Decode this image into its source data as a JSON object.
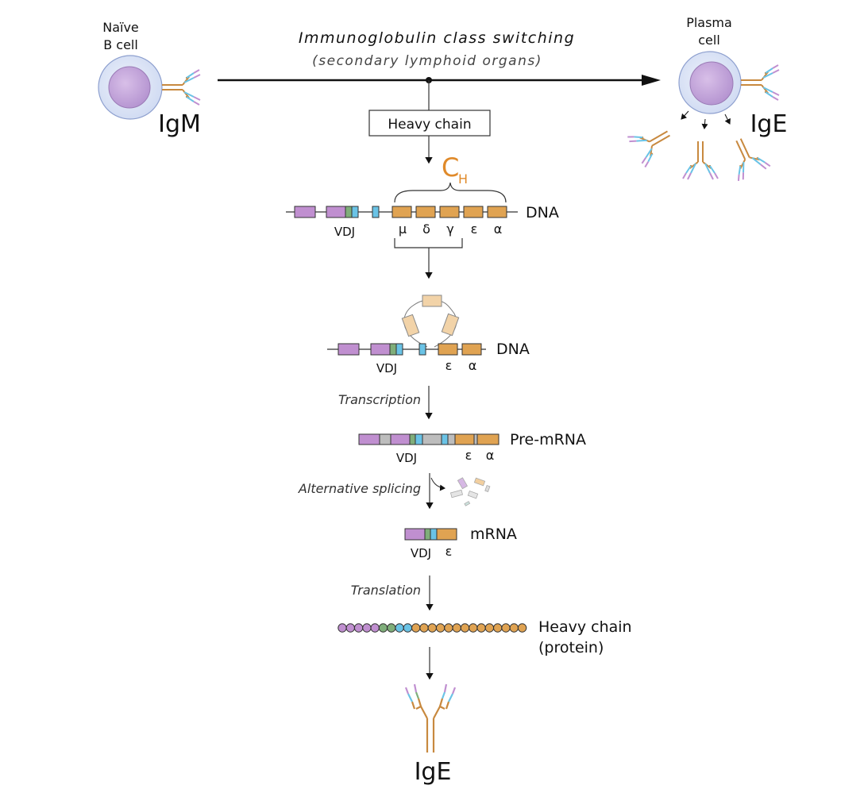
{
  "title": {
    "main": "Immunoglobulin class switching",
    "sub": "(secondary lymphoid organs)"
  },
  "cells": {
    "naive": {
      "label_line1": "Naïve",
      "label_line2": "B cell",
      "antibody": "IgM"
    },
    "plasma": {
      "label_line1": "Plasma",
      "label_line2": "cell",
      "antibody": "IgE"
    }
  },
  "heavy_chain_box": "Heavy chain",
  "ch_label": {
    "main": "C",
    "sub": "H"
  },
  "dna1": {
    "label": "DNA",
    "vdj": "VDJ",
    "constant_genes": [
      "μ",
      "δ",
      "γ",
      "ε",
      "α"
    ]
  },
  "dna2": {
    "label": "DNA",
    "vdj": "VDJ",
    "constant_genes": [
      "ε",
      "α"
    ]
  },
  "steps": {
    "transcription": "Transcription",
    "splicing": "Alternative splicing",
    "translation": "Translation"
  },
  "premrna": {
    "label": "Pre-mRNA",
    "vdj": "VDJ",
    "genes": [
      "ε",
      "α"
    ]
  },
  "mrna": {
    "label": "mRNA",
    "vdj": "VDJ",
    "gene": "ε"
  },
  "protein": {
    "label_line1": "Heavy chain",
    "label_line2": "(protein)",
    "beads": [
      "V",
      "V",
      "V",
      "V",
      "V",
      "D",
      "D",
      "J",
      "J",
      "C",
      "C",
      "C",
      "C",
      "C",
      "C",
      "C",
      "C",
      "C",
      "C",
      "C",
      "C",
      "C",
      "C"
    ]
  },
  "final_antibody": "IgE",
  "colors": {
    "v_segment": "#c08fd0",
    "d_segment": "#7fae7a",
    "j_segment": "#6ac3e6",
    "constant": "#e0a352",
    "constant_light": "#f2d3a8",
    "intron": "#bdbdbd",
    "ch_accent": "#e08a2a",
    "cell_outer": "#dfe6f6",
    "cell_nucleus": "#c6a8dc",
    "antibody_stem": "#c8893f"
  }
}
